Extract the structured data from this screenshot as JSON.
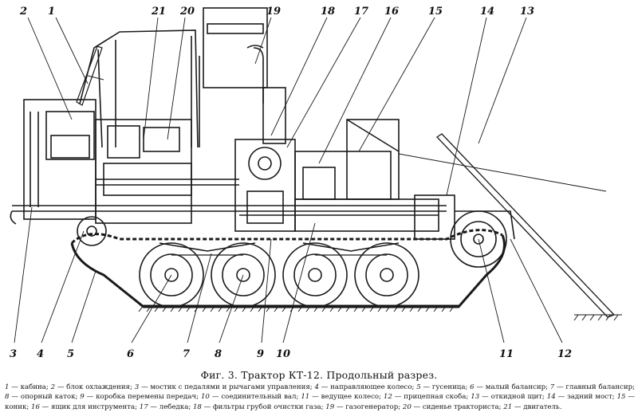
{
  "figure": {
    "caption": "Фиг. 3. Трактор КТ-12. Продольный разрез.",
    "callout_numbers": [
      "1",
      "2",
      "3",
      "4",
      "5",
      "6",
      "7",
      "8",
      "9",
      "10",
      "11",
      "12",
      "13",
      "14",
      "15",
      "16",
      "17",
      "18",
      "19",
      "20",
      "21"
    ],
    "legend": [
      {
        "num": "1",
        "text": "кабина"
      },
      {
        "num": "2",
        "text": "блок охлаждения"
      },
      {
        "num": "3",
        "text": "мостик с педалями и рычагами управления"
      },
      {
        "num": "4",
        "text": "направляющее колесо"
      },
      {
        "num": "5",
        "text": "гусеница"
      },
      {
        "num": "6",
        "text": "малый балансир"
      },
      {
        "num": "7",
        "text": "главный балансир"
      },
      {
        "num": "8",
        "text": "опорный каток"
      },
      {
        "num": "9",
        "text": "коробка перемены передач"
      },
      {
        "num": "10",
        "text": "соединительный вал"
      },
      {
        "num": "11",
        "text": "ведущее колесо"
      },
      {
        "num": "12",
        "text": "прицепная скоба"
      },
      {
        "num": "13",
        "text": "откидной щит"
      },
      {
        "num": "14",
        "text": "задний мост"
      },
      {
        "num": "15",
        "text": "коник"
      },
      {
        "num": "16",
        "text": "ящик для инструмента"
      },
      {
        "num": "17",
        "text": "лебедка"
      },
      {
        "num": "18",
        "text": "фильтры грубой очистки газа"
      },
      {
        "num": "19",
        "text": "газогенератор"
      },
      {
        "num": "20",
        "text": "сиденье тракториста"
      },
      {
        "num": "21",
        "text": "двигатель"
      }
    ]
  }
}
